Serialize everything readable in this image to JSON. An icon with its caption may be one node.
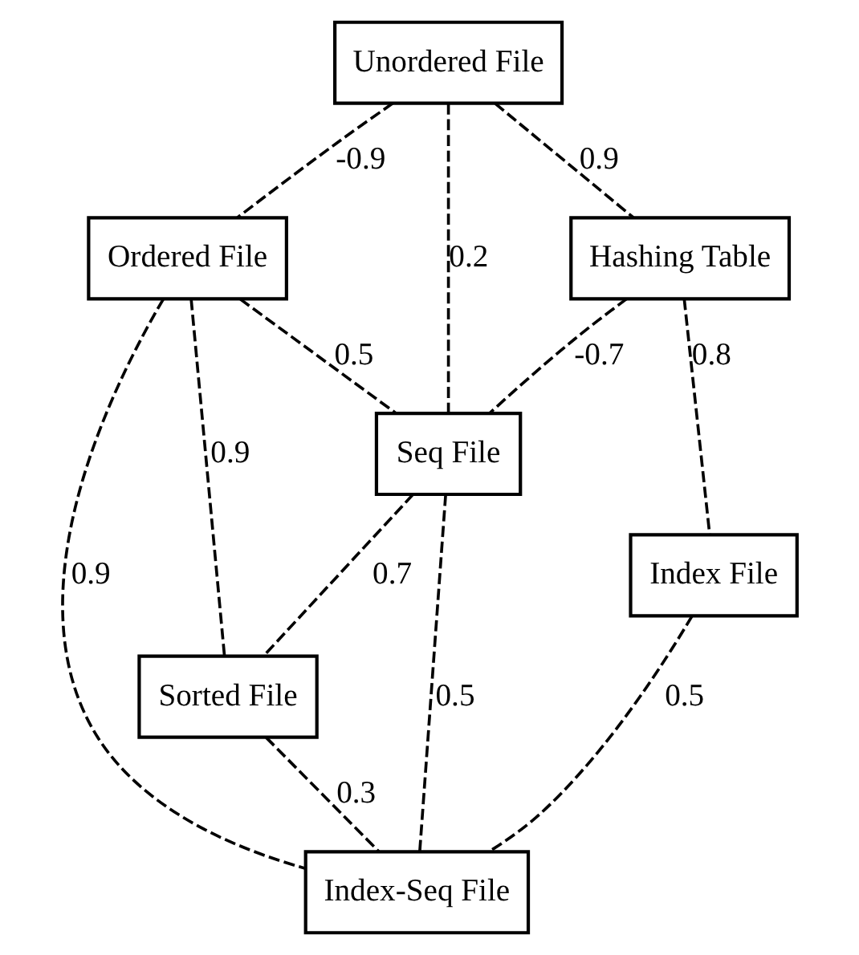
{
  "diagram": {
    "nodes": [
      {
        "text": [
          "Unordered File"
        ]
      },
      {
        "text": [
          "Ordered File"
        ]
      },
      {
        "text": [
          "Hashing Table"
        ]
      },
      {
        "text": [
          "Seq File"
        ]
      },
      {
        "text": [
          "Sorted File"
        ]
      },
      {
        "text": [
          "Index File"
        ]
      },
      {
        "text": [
          "Index-Seq File"
        ]
      }
    ],
    "edges": [
      {
        "from": 0,
        "to": 1,
        "arrow": "none",
        "label": "-0.9",
        "style": "dashed"
      },
      {
        "from": 0,
        "to": 2,
        "arrow": "none",
        "label": "0.9",
        "style": "dashed"
      },
      {
        "from": 0,
        "to": 3,
        "arrow": "none",
        "label": "0.2",
        "style": "dashed"
      },
      {
        "from": 1,
        "to": 3,
        "arrow": "none",
        "label": "0.5",
        "style": "dashed"
      },
      {
        "from": 2,
        "to": 3,
        "arrow": "none",
        "label": "-0.7",
        "style": "dashed"
      },
      {
        "from": 1,
        "to": 4,
        "arrow": "none",
        "label": "0.9",
        "style": "dashed"
      },
      {
        "from": 3,
        "to": 4,
        "arrow": "none",
        "label": "0.7",
        "style": "dashed"
      },
      {
        "from": 1,
        "to": 6,
        "arrow": "none",
        "label": "0.9",
        "style": "dashed"
      },
      {
        "from": 2,
        "to": 5,
        "arrow": "none",
        "label": "0.8",
        "style": "dashed"
      },
      {
        "from": 3,
        "to": 6,
        "arrow": "none",
        "label": "0.5",
        "style": "dashed"
      },
      {
        "from": 4,
        "to": 6,
        "arrow": "none",
        "label": "0.3",
        "style": "dashed"
      },
      {
        "from": 5,
        "to": 6,
        "arrow": "none",
        "label": "0.5",
        "style": "dashed"
      }
    ]
  }
}
